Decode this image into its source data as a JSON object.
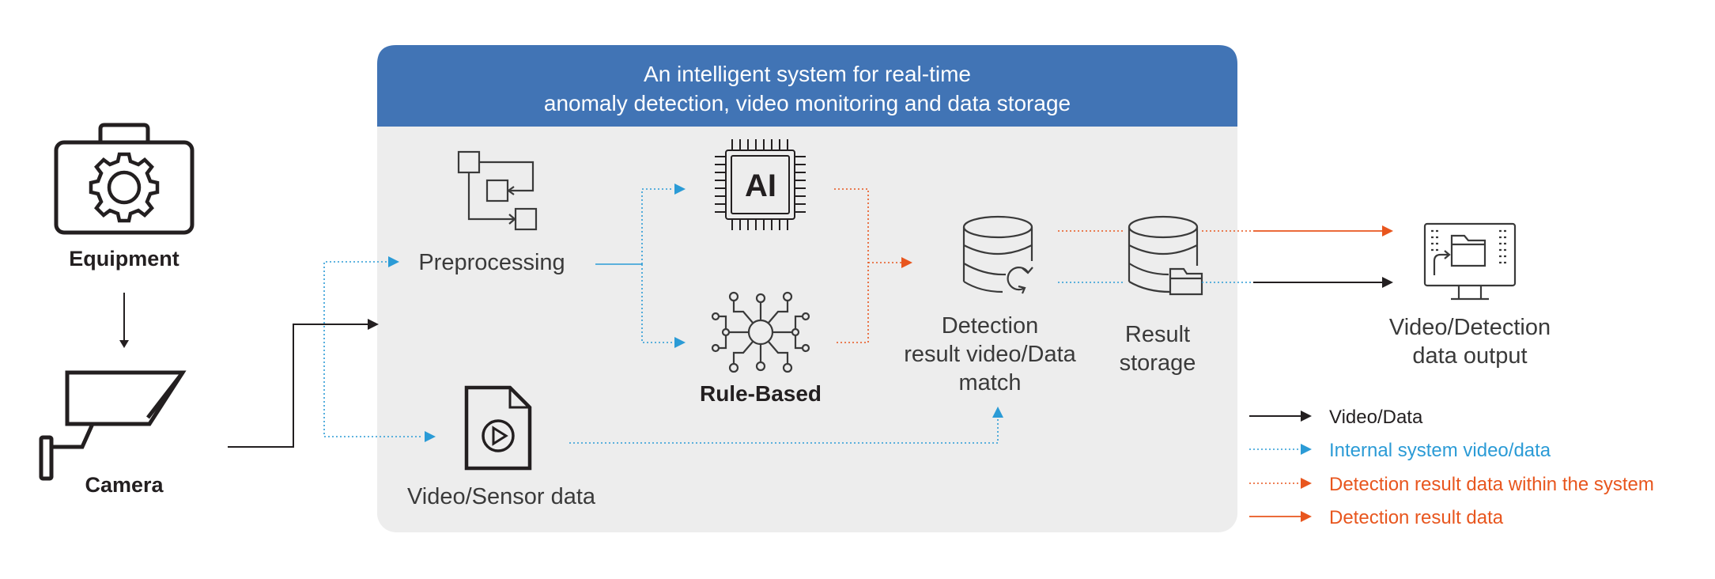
{
  "system": {
    "title_line1": "An intelligent system for real-time",
    "title_line2": "anomaly detection, video monitoring and data storage",
    "header_color": "#4174b5",
    "panel_color": "#ededed"
  },
  "nodes": {
    "equipment": "Equipment",
    "camera": "Camera",
    "preprocessing": "Preprocessing",
    "video_sensor": "Video/Sensor data",
    "ai": "AI",
    "rule_based": "Rule-Based",
    "detection_line1": "Detection",
    "detection_line2": "result video/Data",
    "detection_line3": "match",
    "storage_line1": "Result",
    "storage_line2": "storage",
    "output_line1": "Video/Detection",
    "output_line2": "data output"
  },
  "legend": {
    "items": [
      {
        "label": "Video/Data",
        "color": "#231f20",
        "style": "solid"
      },
      {
        "label": "Internal system video/data",
        "color": "#2b9bd6",
        "style": "dotted"
      },
      {
        "label": "Detection result data within the system",
        "color": "#e8561e",
        "style": "dotted"
      },
      {
        "label": "Detection result data",
        "color": "#e8561e",
        "style": "solid"
      }
    ]
  },
  "colors": {
    "dark": "#231f20",
    "blue": "#2b9bd6",
    "orange": "#e8561e",
    "icon": "#3a3a3a"
  }
}
